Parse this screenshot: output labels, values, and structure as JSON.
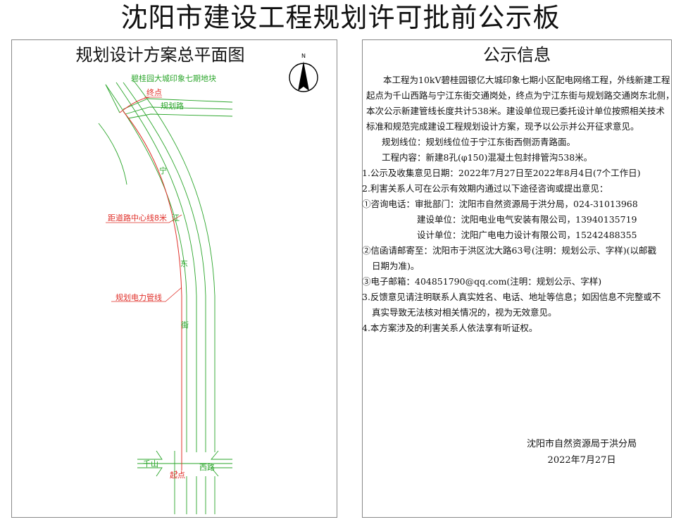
{
  "main_title": "沈阳市建设工程规划许可批前公示板",
  "left": {
    "title": "规划设计方案总平面图",
    "north_label": "N",
    "labels": {
      "parcel": "碧桂园大城印象七期地块",
      "end": "终点",
      "road_guihua": "规划路",
      "street_chars": [
        "宁",
        "江",
        "东",
        "街"
      ],
      "distance": "距道路中心线8米",
      "pipe": "规划电力管线",
      "qianshan": "千山",
      "xilu": "西路",
      "start": "起点"
    }
  },
  "right": {
    "title": "公示信息",
    "para1": [
      "本工程为10kV碧桂园银亿大城印象七期小区配电网络工程，外线新建工程",
      "起点为千山西路与宁江东街交通岗处，终点为宁江东街与规划路交通岗东北侧，",
      "本次公示新建管线长度共计538米。建设单位现已委托设计单位按照相关技术",
      "标准和规范完成建设工程规划设计方案，现予以公示并公开征求意见。"
    ],
    "line_pos": "规划线位：规划线位位于宁江东街西侧沥青路面。",
    "content": "工程内容：新建8孔(φ150)混凝土包封排管沟538米。",
    "item1": "1.公示及收集意见日期：2022年7月27日至2022年8月4日(7个工作日)",
    "item2": "2.利害关系人可在公示有效期内通过以下途径咨询或提出意见：",
    "consult": {
      "label": "①咨询电话：审批部门：沈阳市自然资源局于洪分局，024-31013968",
      "builder": "建设单位：沈阳电业电气安装有限公司，13940135719",
      "designer": "设计单位：沈阳广电电力设计有限公司，15242488355"
    },
    "mail": [
      "②信函请邮寄至：沈阳市于洪区沈大路63号(注明：规划公示、字样)(以邮戳",
      "日期为准)。"
    ],
    "email": "③电子邮箱：404851790@qq.com(注明：规划公示、字样)",
    "item3": [
      "3.反馈意见请注明联系人真实姓名、电话、地址等信息；如因信息不完整或不",
      "真实导致无法核对相关情况的，视为无效意见。"
    ],
    "item4": "4.本方案涉及的利害关系人依法享有听证权。",
    "sign_org": "沈阳市自然资源局于洪分局",
    "sign_date": "2022年7月27日"
  }
}
